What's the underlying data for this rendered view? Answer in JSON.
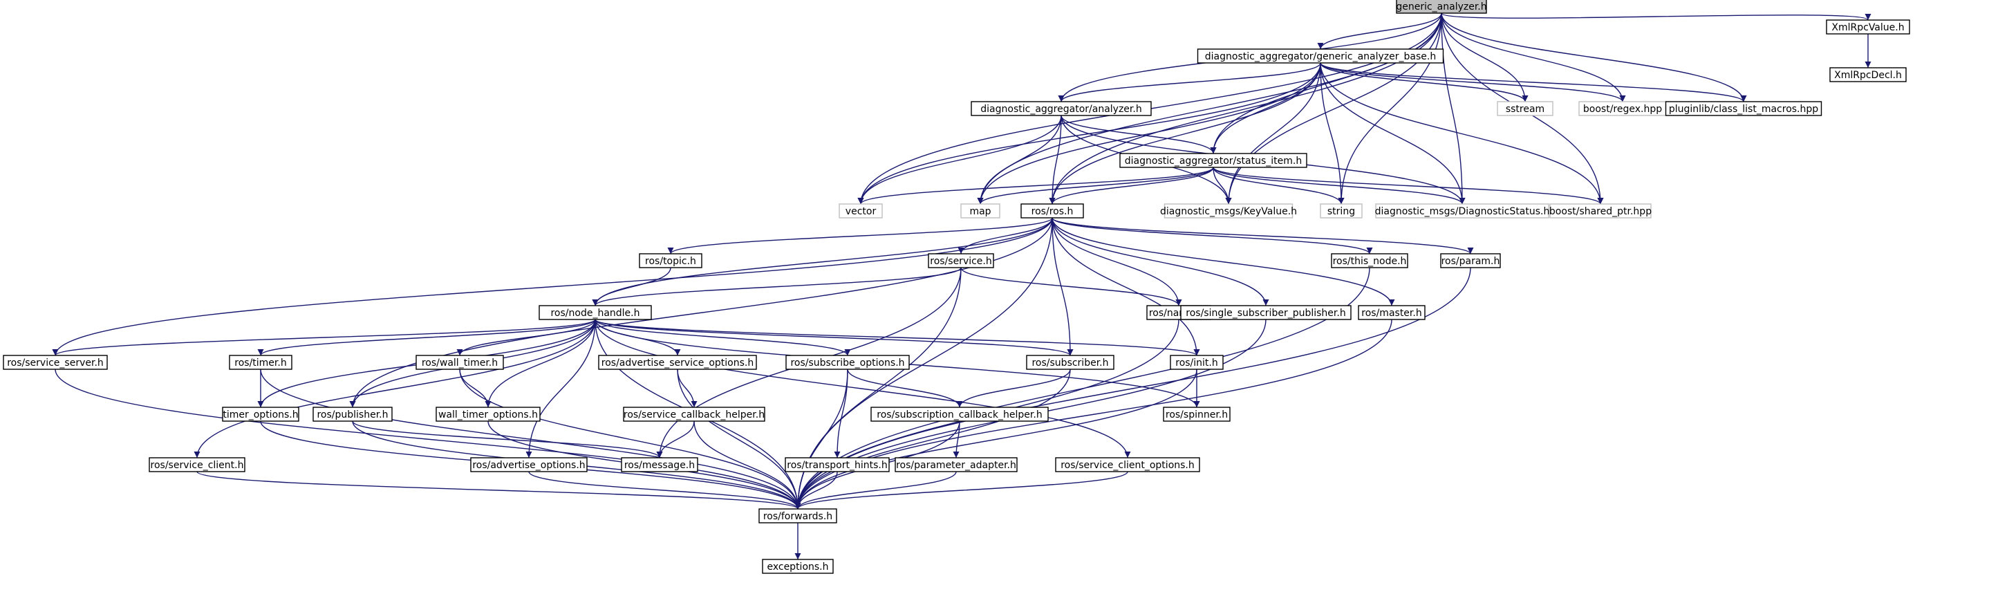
{
  "colors": {
    "edge": "#191970",
    "root_fill": "#bfbfbf",
    "node_border": "#000000",
    "external_border": "#bfbfbf",
    "text": "#000000"
  },
  "nodes": [
    {
      "id": "generic_analyzer_h",
      "label": "generic_analyzer.h",
      "kind": "root"
    },
    {
      "id": "generic_analyzer_base_h",
      "label": "diagnostic_aggregator/generic_analyzer_base.h",
      "kind": "file"
    },
    {
      "id": "xmlrpcvalue_h",
      "label": "XmlRpcValue.h",
      "kind": "file"
    },
    {
      "id": "xmlrpcdecl_h",
      "label": "XmlRpcDecl.h",
      "kind": "file"
    },
    {
      "id": "analyzer_h",
      "label": "diagnostic_aggregator/analyzer.h",
      "kind": "file"
    },
    {
      "id": "sstream",
      "label": "sstream",
      "kind": "external"
    },
    {
      "id": "boost_regex",
      "label": "boost/regex.hpp",
      "kind": "external"
    },
    {
      "id": "class_list_macros",
      "label": "pluginlib/class_list_macros.hpp",
      "kind": "file"
    },
    {
      "id": "status_item_h",
      "label": "diagnostic_aggregator/status_item.h",
      "kind": "file"
    },
    {
      "id": "vector",
      "label": "vector",
      "kind": "external"
    },
    {
      "id": "map",
      "label": "map",
      "kind": "external"
    },
    {
      "id": "ros_h",
      "label": "ros/ros.h",
      "kind": "file"
    },
    {
      "id": "keyvalue_h",
      "label": "diagnostic_msgs/KeyValue.h",
      "kind": "external"
    },
    {
      "id": "string",
      "label": "string",
      "kind": "external"
    },
    {
      "id": "diagnosticstatus_h",
      "label": "diagnostic_msgs/DiagnosticStatus.h",
      "kind": "external"
    },
    {
      "id": "shared_ptr",
      "label": "boost/shared_ptr.hpp",
      "kind": "external"
    },
    {
      "id": "topic_h",
      "label": "ros/topic.h",
      "kind": "file"
    },
    {
      "id": "service_h",
      "label": "ros/service.h",
      "kind": "file"
    },
    {
      "id": "this_node_h",
      "label": "ros/this_node.h",
      "kind": "file"
    },
    {
      "id": "param_h",
      "label": "ros/param.h",
      "kind": "file"
    },
    {
      "id": "node_handle_h",
      "label": "ros/node_handle.h",
      "kind": "file"
    },
    {
      "id": "names_h",
      "label": "ros/names.h",
      "kind": "file"
    },
    {
      "id": "single_sub_pub_h",
      "label": "ros/single_subscriber_publisher.h",
      "kind": "file"
    },
    {
      "id": "master_h",
      "label": "ros/master.h",
      "kind": "file"
    },
    {
      "id": "service_server_h",
      "label": "ros/service_server.h",
      "kind": "file"
    },
    {
      "id": "timer_h",
      "label": "ros/timer.h",
      "kind": "file"
    },
    {
      "id": "wall_timer_h",
      "label": "ros/wall_timer.h",
      "kind": "file"
    },
    {
      "id": "adv_service_opts_h",
      "label": "ros/advertise_service_options.h",
      "kind": "file"
    },
    {
      "id": "subscribe_opts_h",
      "label": "ros/subscribe_options.h",
      "kind": "file"
    },
    {
      "id": "subscriber_h",
      "label": "ros/subscriber.h",
      "kind": "file"
    },
    {
      "id": "init_h",
      "label": "ros/init.h",
      "kind": "file"
    },
    {
      "id": "timer_opts_h",
      "label": "timer_options.h",
      "kind": "file"
    },
    {
      "id": "publisher_h",
      "label": "ros/publisher.h",
      "kind": "file"
    },
    {
      "id": "wall_timer_opts_h",
      "label": "wall_timer_options.h",
      "kind": "file"
    },
    {
      "id": "service_cb_helper_h",
      "label": "ros/service_callback_helper.h",
      "kind": "file"
    },
    {
      "id": "sub_cb_helper_h",
      "label": "ros/subscription_callback_helper.h",
      "kind": "file"
    },
    {
      "id": "spinner_h",
      "label": "ros/spinner.h",
      "kind": "file"
    },
    {
      "id": "service_client_h",
      "label": "ros/service_client.h",
      "kind": "file"
    },
    {
      "id": "adv_opts_h",
      "label": "ros/advertise_options.h",
      "kind": "file"
    },
    {
      "id": "message_h",
      "label": "ros/message.h",
      "kind": "file"
    },
    {
      "id": "transport_hints_h",
      "label": "ros/transport_hints.h",
      "kind": "file"
    },
    {
      "id": "parameter_adapter_h",
      "label": "ros/parameter_adapter.h",
      "kind": "file"
    },
    {
      "id": "service_client_opts_h",
      "label": "ros/service_client_options.h",
      "kind": "file"
    },
    {
      "id": "forwards_h",
      "label": "ros/forwards.h",
      "kind": "file"
    },
    {
      "id": "exceptions_h",
      "label": "exceptions.h",
      "kind": "file"
    }
  ],
  "edges": [
    [
      "generic_analyzer_h",
      "generic_analyzer_base_h"
    ],
    [
      "generic_analyzer_h",
      "xmlrpcvalue_h"
    ],
    [
      "generic_analyzer_h",
      "analyzer_h"
    ],
    [
      "generic_analyzer_h",
      "sstream"
    ],
    [
      "generic_analyzer_h",
      "boost_regex"
    ],
    [
      "generic_analyzer_h",
      "class_list_macros"
    ],
    [
      "generic_analyzer_h",
      "status_item_h"
    ],
    [
      "generic_analyzer_h",
      "vector"
    ],
    [
      "generic_analyzer_h",
      "map"
    ],
    [
      "generic_analyzer_h",
      "ros_h"
    ],
    [
      "generic_analyzer_h",
      "keyvalue_h"
    ],
    [
      "generic_analyzer_h",
      "string"
    ],
    [
      "generic_analyzer_h",
      "diagnosticstatus_h"
    ],
    [
      "generic_analyzer_h",
      "shared_ptr"
    ],
    [
      "xmlrpcvalue_h",
      "xmlrpcdecl_h"
    ],
    [
      "generic_analyzer_base_h",
      "analyzer_h"
    ],
    [
      "generic_analyzer_base_h",
      "sstream"
    ],
    [
      "generic_analyzer_base_h",
      "boost_regex"
    ],
    [
      "generic_analyzer_base_h",
      "class_list_macros"
    ],
    [
      "generic_analyzer_base_h",
      "status_item_h"
    ],
    [
      "generic_analyzer_base_h",
      "vector"
    ],
    [
      "generic_analyzer_base_h",
      "map"
    ],
    [
      "generic_analyzer_base_h",
      "ros_h"
    ],
    [
      "generic_analyzer_base_h",
      "keyvalue_h"
    ],
    [
      "generic_analyzer_base_h",
      "string"
    ],
    [
      "generic_analyzer_base_h",
      "diagnosticstatus_h"
    ],
    [
      "generic_analyzer_base_h",
      "shared_ptr"
    ],
    [
      "analyzer_h",
      "status_item_h"
    ],
    [
      "analyzer_h",
      "vector"
    ],
    [
      "analyzer_h",
      "map"
    ],
    [
      "analyzer_h",
      "ros_h"
    ],
    [
      "analyzer_h",
      "keyvalue_h"
    ],
    [
      "analyzer_h",
      "diagnosticstatus_h"
    ],
    [
      "status_item_h",
      "vector"
    ],
    [
      "status_item_h",
      "map"
    ],
    [
      "status_item_h",
      "ros_h"
    ],
    [
      "status_item_h",
      "keyvalue_h"
    ],
    [
      "status_item_h",
      "string"
    ],
    [
      "status_item_h",
      "diagnosticstatus_h"
    ],
    [
      "status_item_h",
      "shared_ptr"
    ],
    [
      "ros_h",
      "topic_h"
    ],
    [
      "ros_h",
      "service_h"
    ],
    [
      "ros_h",
      "this_node_h"
    ],
    [
      "ros_h",
      "param_h"
    ],
    [
      "ros_h",
      "node_handle_h"
    ],
    [
      "ros_h",
      "names_h"
    ],
    [
      "ros_h",
      "single_sub_pub_h"
    ],
    [
      "ros_h",
      "master_h"
    ],
    [
      "ros_h",
      "service_server_h"
    ],
    [
      "ros_h",
      "publisher_h"
    ],
    [
      "ros_h",
      "subscriber_h"
    ],
    [
      "ros_h",
      "init_h"
    ],
    [
      "ros_h",
      "forwards_h"
    ],
    [
      "topic_h",
      "node_handle_h"
    ],
    [
      "service_h",
      "node_handle_h"
    ],
    [
      "service_h",
      "names_h"
    ],
    [
      "service_h",
      "message_h"
    ],
    [
      "service_h",
      "forwards_h"
    ],
    [
      "this_node_h",
      "forwards_h"
    ],
    [
      "param_h",
      "forwards_h"
    ],
    [
      "names_h",
      "forwards_h"
    ],
    [
      "single_sub_pub_h",
      "forwards_h"
    ],
    [
      "master_h",
      "forwards_h"
    ],
    [
      "node_handle_h",
      "service_server_h"
    ],
    [
      "node_handle_h",
      "timer_h"
    ],
    [
      "node_handle_h",
      "wall_timer_h"
    ],
    [
      "node_handle_h",
      "adv_service_opts_h"
    ],
    [
      "node_handle_h",
      "subscribe_opts_h"
    ],
    [
      "node_handle_h",
      "subscriber_h"
    ],
    [
      "node_handle_h",
      "init_h"
    ],
    [
      "node_handle_h",
      "timer_opts_h"
    ],
    [
      "node_handle_h",
      "publisher_h"
    ],
    [
      "node_handle_h",
      "wall_timer_opts_h"
    ],
    [
      "node_handle_h",
      "spinner_h"
    ],
    [
      "node_handle_h",
      "service_client_h"
    ],
    [
      "node_handle_h",
      "adv_opts_h"
    ],
    [
      "node_handle_h",
      "service_client_opts_h"
    ],
    [
      "node_handle_h",
      "forwards_h"
    ],
    [
      "service_server_h",
      "forwards_h"
    ],
    [
      "timer_h",
      "timer_opts_h"
    ],
    [
      "timer_h",
      "forwards_h"
    ],
    [
      "wall_timer_h",
      "wall_timer_opts_h"
    ],
    [
      "wall_timer_h",
      "forwards_h"
    ],
    [
      "adv_service_opts_h",
      "service_cb_helper_h"
    ],
    [
      "adv_service_opts_h",
      "forwards_h"
    ],
    [
      "subscribe_opts_h",
      "sub_cb_helper_h"
    ],
    [
      "subscribe_opts_h",
      "transport_hints_h"
    ],
    [
      "subscribe_opts_h",
      "forwards_h"
    ],
    [
      "subscriber_h",
      "sub_cb_helper_h"
    ],
    [
      "subscriber_h",
      "forwards_h"
    ],
    [
      "init_h",
      "spinner_h"
    ],
    [
      "init_h",
      "forwards_h"
    ],
    [
      "timer_opts_h",
      "forwards_h"
    ],
    [
      "publisher_h",
      "message_h"
    ],
    [
      "publisher_h",
      "forwards_h"
    ],
    [
      "wall_timer_opts_h",
      "forwards_h"
    ],
    [
      "service_cb_helper_h",
      "message_h"
    ],
    [
      "service_cb_helper_h",
      "forwards_h"
    ],
    [
      "sub_cb_helper_h",
      "parameter_adapter_h"
    ],
    [
      "sub_cb_helper_h",
      "forwards_h"
    ],
    [
      "service_client_h",
      "forwards_h"
    ],
    [
      "adv_opts_h",
      "forwards_h"
    ],
    [
      "transport_hints_h",
      "forwards_h"
    ],
    [
      "parameter_adapter_h",
      "forwards_h"
    ],
    [
      "service_client_opts_h",
      "forwards_h"
    ],
    [
      "forwards_h",
      "exceptions_h"
    ]
  ]
}
